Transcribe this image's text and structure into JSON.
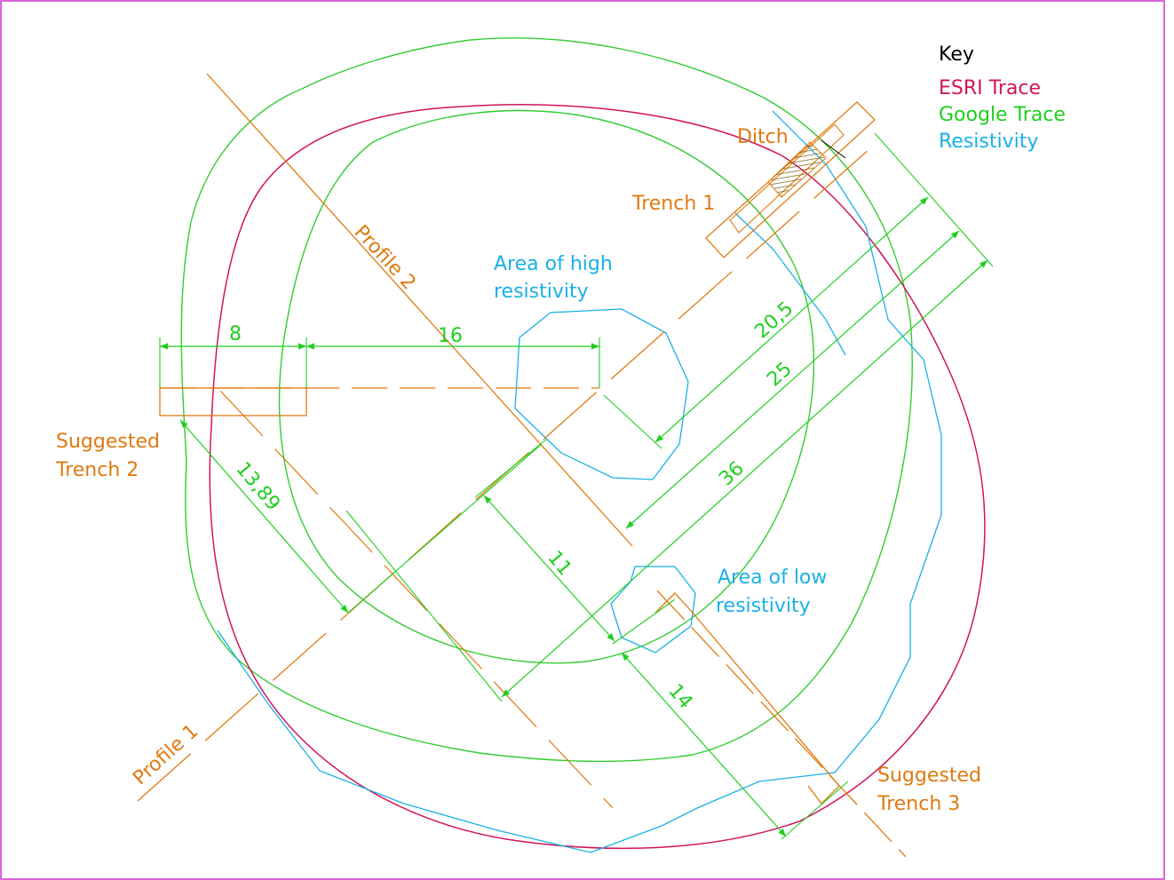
{
  "colors": {
    "border": "#cc33cc",
    "esri": "#d2145a",
    "google": "#33cc33",
    "resistivity": "#1ab0e8",
    "features": "#e07a10",
    "dimensions": "#1fcf1f",
    "key_title": "#000000"
  },
  "key": {
    "title": "Key",
    "esri": "ESRI Trace",
    "google": "Google Trace",
    "resistivity": "Resistivity"
  },
  "labels": {
    "ditch": "Ditch",
    "trench1": "Trench 1",
    "profile1": "Profile 1",
    "profile2": "Profile 2",
    "trench2_line1": "Suggested",
    "trench2_line2": "Trench 2",
    "trench3_line1": "Suggested",
    "trench3_line2": "Trench 3",
    "high_line1": "Area of high",
    "high_line2": "resistivity",
    "low_line1": "Area of low",
    "low_line2": "resistivity"
  },
  "dimensions": {
    "d8": "8",
    "d16": "16",
    "d20_5": "20,5",
    "d25": "25",
    "d36": "36",
    "d13_89": "13,89",
    "d11": "11",
    "d14": "14"
  }
}
